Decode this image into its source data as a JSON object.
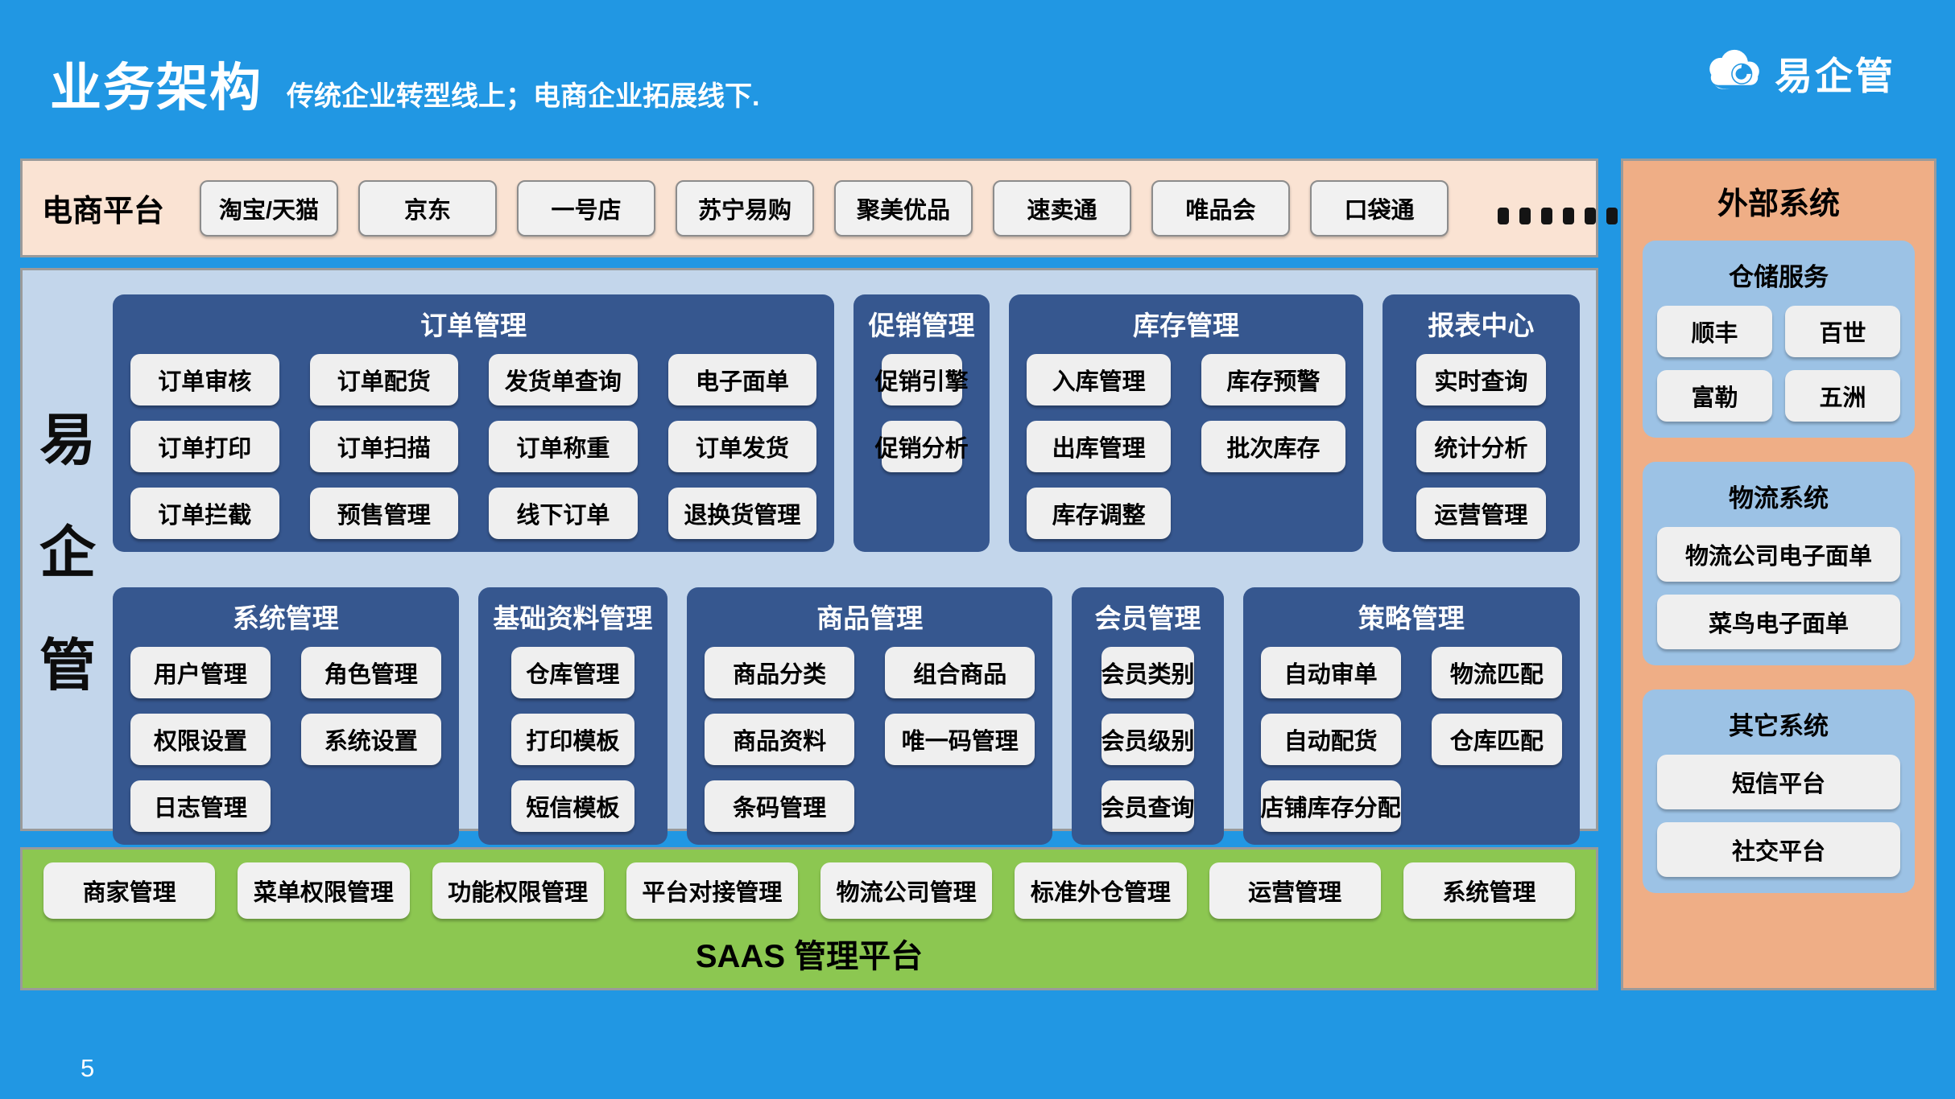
{
  "page": {
    "title": "业务架构",
    "subtitle": "传统企业转型线上；电商企业拓展线下.",
    "page_number": "5"
  },
  "logo": {
    "text": "易企管",
    "icon": "cloud-swirl-icon"
  },
  "ecommerce_row": {
    "label": "电商平台",
    "platforms": [
      "淘宝/天猫",
      "京东",
      "一号店",
      "苏宁易购",
      "聚美优品",
      "速卖通",
      "唯品会",
      "口袋通"
    ],
    "more": "......"
  },
  "core": {
    "vertical_label": [
      "易",
      "企",
      "管"
    ],
    "rows": [
      [
        {
          "title": "订单管理",
          "cols": 4,
          "flex": 5.3,
          "items": [
            "订单审核",
            "订单配货",
            "发货单查询",
            "电子面单",
            "订单打印",
            "订单扫描",
            "订单称重",
            "订单发货",
            "订单拦截",
            "预售管理",
            "线下订单",
            "退换货管理"
          ]
        },
        {
          "title": "促销管理",
          "cols": 1,
          "flex": 1,
          "items": [
            "促销引擎",
            "促销分析"
          ]
        },
        {
          "title": "库存管理",
          "cols": 2,
          "flex": 2.6,
          "items": [
            "入库管理",
            "库存预警",
            "出库管理",
            "批次库存",
            "库存调整"
          ]
        },
        {
          "title": "报表中心",
          "cols": 1,
          "flex": 1.45,
          "items": [
            "实时查询",
            "统计分析",
            "运营管理"
          ]
        }
      ],
      [
        {
          "title": "系统管理",
          "cols": 2,
          "flex": 2.28,
          "items": [
            "用户管理",
            "角色管理",
            "权限设置",
            "系统设置",
            "日志管理"
          ]
        },
        {
          "title": "基础资料管理",
          "cols": 1,
          "flex": 1.25,
          "items": [
            "仓库管理",
            "打印模板",
            "短信模板"
          ]
        },
        {
          "title": "商品管理",
          "cols": 2,
          "flex": 2.41,
          "items": [
            "商品分类",
            "组合商品",
            "商品资料",
            "唯一码管理",
            "条码管理"
          ]
        },
        {
          "title": "会员管理",
          "cols": 1,
          "flex": 1,
          "items": [
            "会员类别",
            "会员级别",
            "会员查询"
          ]
        },
        {
          "title": "策略管理",
          "cols": 2,
          "flex": 2.22,
          "items": [
            "自动审单",
            "物流匹配",
            "自动配货",
            "仓库匹配",
            "店铺库存分配"
          ]
        }
      ]
    ]
  },
  "saas_bar": {
    "items": [
      "商家管理",
      "菜单权限管理",
      "功能权限管理",
      "平台对接管理",
      "物流公司管理",
      "标准外仓管理",
      "运营管理",
      "系统管理"
    ],
    "label": "SAAS 管理平台"
  },
  "external": {
    "title": "外部系统",
    "sections": [
      {
        "title": "仓储服务",
        "cols": 2,
        "items": [
          "顺丰",
          "百世",
          "富勒",
          "五洲"
        ]
      },
      {
        "title": "物流系统",
        "cols": 1,
        "items": [
          "物流公司电子面单",
          "菜鸟电子面单"
        ]
      },
      {
        "title": "其它系统",
        "cols": 1,
        "items": [
          "短信平台",
          "社交平台"
        ]
      }
    ]
  },
  "colors": {
    "bg": "#2197E3",
    "strip-bg": "#FAE3D3",
    "panel-bg": "#C3D6EB",
    "block-bg": "#36578F",
    "green": "#8CC751",
    "sidebar-bg": "#EFAE86",
    "side-panel": "#9CC2E5",
    "button-bg": "#EFEFEF"
  }
}
